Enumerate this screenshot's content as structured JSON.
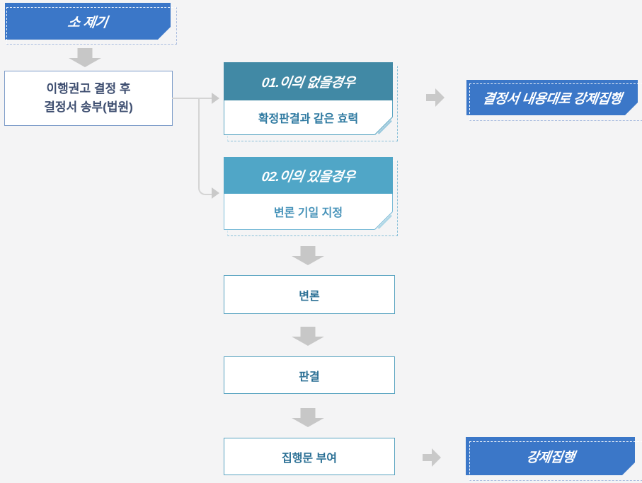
{
  "background_color": "#f4f4f5",
  "colors": {
    "primary_blue": "#3b77c8",
    "teal_header": "#4189a5",
    "light_blue_header": "#50a6c7",
    "white_box_border": "#58a3c0",
    "recommendation_border": "#7e9dc9",
    "connector_gray": "#c9c9c9"
  },
  "nodes": {
    "start": {
      "label": "소 제기"
    },
    "recommendation": {
      "line1": "이행권고 결정 후",
      "line2": "결정서 송부(법원)"
    },
    "case_no_objection": {
      "title": "01.이의 없을경우",
      "body": "확정판결과 같은 효력"
    },
    "result_no_objection": {
      "label": "결정서 내용대로 강제집행"
    },
    "case_objection": {
      "title": "02.이의 있을경우",
      "body": "변론 기일 지정"
    },
    "pleading": {
      "label": "변론"
    },
    "judgment": {
      "label": "판결"
    },
    "writ": {
      "label": "집행문 부여"
    },
    "enforcement": {
      "label": "강제집행"
    }
  }
}
